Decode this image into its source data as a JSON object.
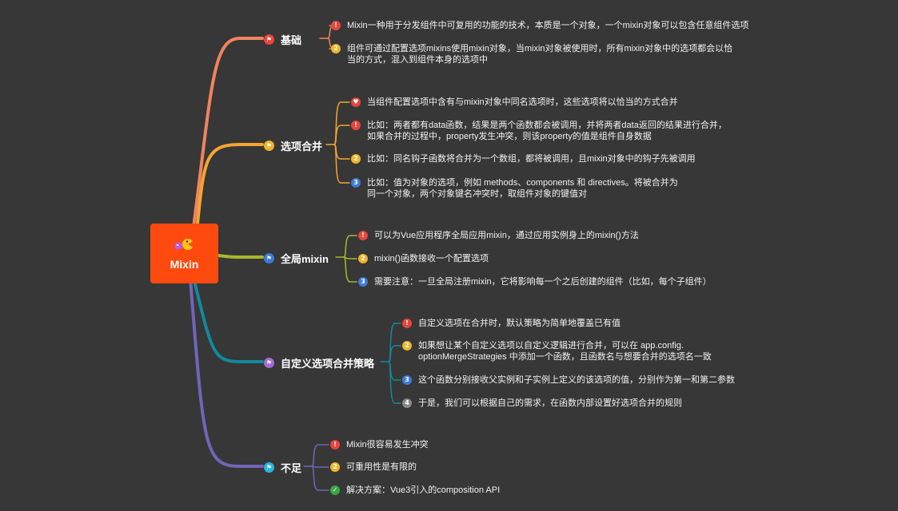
{
  "root": {
    "title": "Mixin"
  },
  "topics": [
    {
      "label": "基础",
      "color": "#f0845e",
      "flag_color": "#e8453c",
      "items": [
        {
          "badge": "!",
          "badge_color": "b-red",
          "text": "Mixin一种用于分发组件中可复用的功能的技术，本质是一个对象，一个mixin对象可以包含任意组件选项"
        },
        {
          "badge": "2",
          "badge_color": "b-yellow",
          "text": "组件可通过配置选项mixins使用mixin对象，当mixin对象被使用时，所有mixin对象中的选项都会以恰\n当的方式，混入到组件本身的选项中"
        }
      ]
    },
    {
      "label": "选项合并",
      "color": "#f5a530",
      "flag_color": "#f0b429",
      "items": [
        {
          "badge": "♥",
          "badge_color": "b-red",
          "text": "当组件配置选项中含有与mixin对象中同名选项时，这些选项将以恰当的方式合并"
        },
        {
          "badge": "!",
          "badge_color": "b-red",
          "text": "比如：两者都有data函数，结果是两个函数都会被调用，并将两者data返回的结果进行合并，\n如果合并的过程中，property发生冲突，则该property的值是组件自身数据"
        },
        {
          "badge": "2",
          "badge_color": "b-yellow",
          "text": "比如：同名钩子函数将合并为一个数组，都将被调用，且mixin对象中的钩子先被调用"
        },
        {
          "badge": "3",
          "badge_color": "b-blue",
          "text": "比如：值为对象的选项，例如 methods、components 和 directives。将被合并为\n同一个对象，两个对象键名冲突时，取组件对象的键值对"
        }
      ]
    },
    {
      "label": "全局mixin",
      "color": "#a8b82a",
      "flag_color": "#3d7bd9",
      "items": [
        {
          "badge": "!",
          "badge_color": "b-red",
          "text": "可以为Vue应用程序全局应用mixin，通过应用实例身上的mixin()方法"
        },
        {
          "badge": "2",
          "badge_color": "b-yellow",
          "text": "mixin()函数接收一个配置选项"
        },
        {
          "badge": "3",
          "badge_color": "b-blue",
          "text": "需要注意：一旦全局注册mixin，它将影响每一个之后创建的组件（比如，每个子组件）"
        }
      ]
    },
    {
      "label": "自定义选项合并策略",
      "color": "#13889e",
      "flag_color": "#a66bd4",
      "items": [
        {
          "badge": "!",
          "badge_color": "b-red",
          "text": "自定义选项在合并时，默认策略为简单地覆盖已有值"
        },
        {
          "badge": "2",
          "badge_color": "b-yellow",
          "text": "如果想让某个自定义选项以自定义逻辑进行合并，可以在 app.config.\noptionMergeStrategies 中添加一个函数，且函数名与想要合并的选项名一致"
        },
        {
          "badge": "3",
          "badge_color": "b-blue",
          "text": "这个函数分别接收父实例和子实例上定义的该选项的值，分别作为第一和第二参数"
        },
        {
          "badge": "4",
          "badge_color": "b-gray",
          "text": "于是，我们可以根据自己的需求，在函数内部设置好选项合并的规则"
        }
      ]
    },
    {
      "label": "不足",
      "color": "#6f66b8",
      "flag_color": "#2ab5e0",
      "items": [
        {
          "badge": "!",
          "badge_color": "b-red",
          "text": "Mixin很容易发生冲突"
        },
        {
          "badge": "2",
          "badge_color": "b-yellow",
          "text": "可重用性是有限的"
        },
        {
          "badge": "✓",
          "badge_color": "b-green",
          "text": "解决方案：Vue3引入的composition API"
        }
      ]
    }
  ]
}
